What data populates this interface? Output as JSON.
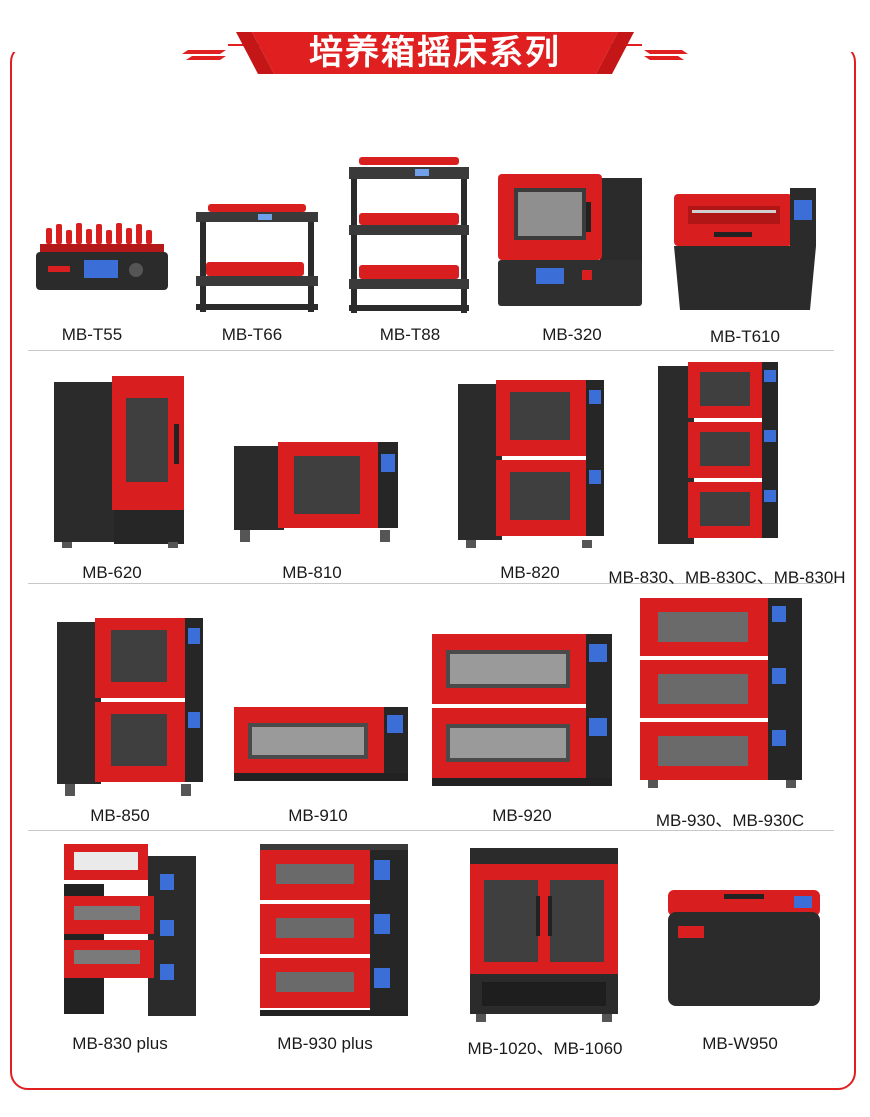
{
  "header": {
    "title": "培养箱摇床系列"
  },
  "colors": {
    "accent": "#e02020",
    "body_dark": "#2b2b2b",
    "body_red": "#d81e1e"
  },
  "rows": [
    {
      "products": [
        {
          "model": "MB-T55",
          "kind": "flat-shaker"
        },
        {
          "model": "MB-T66",
          "kind": "two-tier-shaker"
        },
        {
          "model": "MB-T88",
          "kind": "three-tier-shaker"
        },
        {
          "model": "MB-320",
          "kind": "benchtop-incubator"
        },
        {
          "model": "MB-T610",
          "kind": "lid-shaker"
        }
      ]
    },
    {
      "products": [
        {
          "model": "MB-620",
          "kind": "tall-single"
        },
        {
          "model": "MB-810",
          "kind": "wide-single"
        },
        {
          "model": "MB-820",
          "kind": "double-stack"
        },
        {
          "model": "MB-830、MB-830C、MB-830H",
          "kind": "triple-stack"
        }
      ]
    },
    {
      "products": [
        {
          "model": "MB-850",
          "kind": "double-stack-large"
        },
        {
          "model": "MB-910",
          "kind": "flat-single"
        },
        {
          "model": "MB-920",
          "kind": "flat-double"
        },
        {
          "model": "MB-930、MB-930C",
          "kind": "flat-triple"
        }
      ]
    },
    {
      "products": [
        {
          "model": "MB-830 plus",
          "kind": "triple-drawer"
        },
        {
          "model": "MB-930 plus",
          "kind": "triple-drawer-wide"
        },
        {
          "model": "MB-1020、MB-1060",
          "kind": "floor-cabinet"
        },
        {
          "model": "MB-W950",
          "kind": "water-bath"
        }
      ]
    }
  ]
}
